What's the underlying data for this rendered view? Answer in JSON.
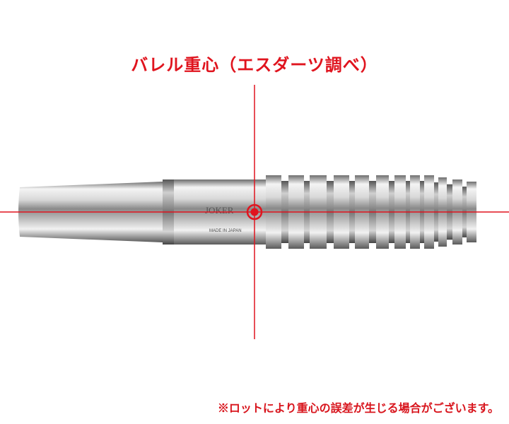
{
  "title": "バレル重心（エスダーツ調べ）",
  "note": "※ロットにより重心の誤差が生じる場合がございます。",
  "barrel": {
    "engraving_brand": "JOKER",
    "engraving_origin": "MADE IN JAPAN"
  },
  "colors": {
    "marker": "#e0141e",
    "text": "#d8141c"
  }
}
